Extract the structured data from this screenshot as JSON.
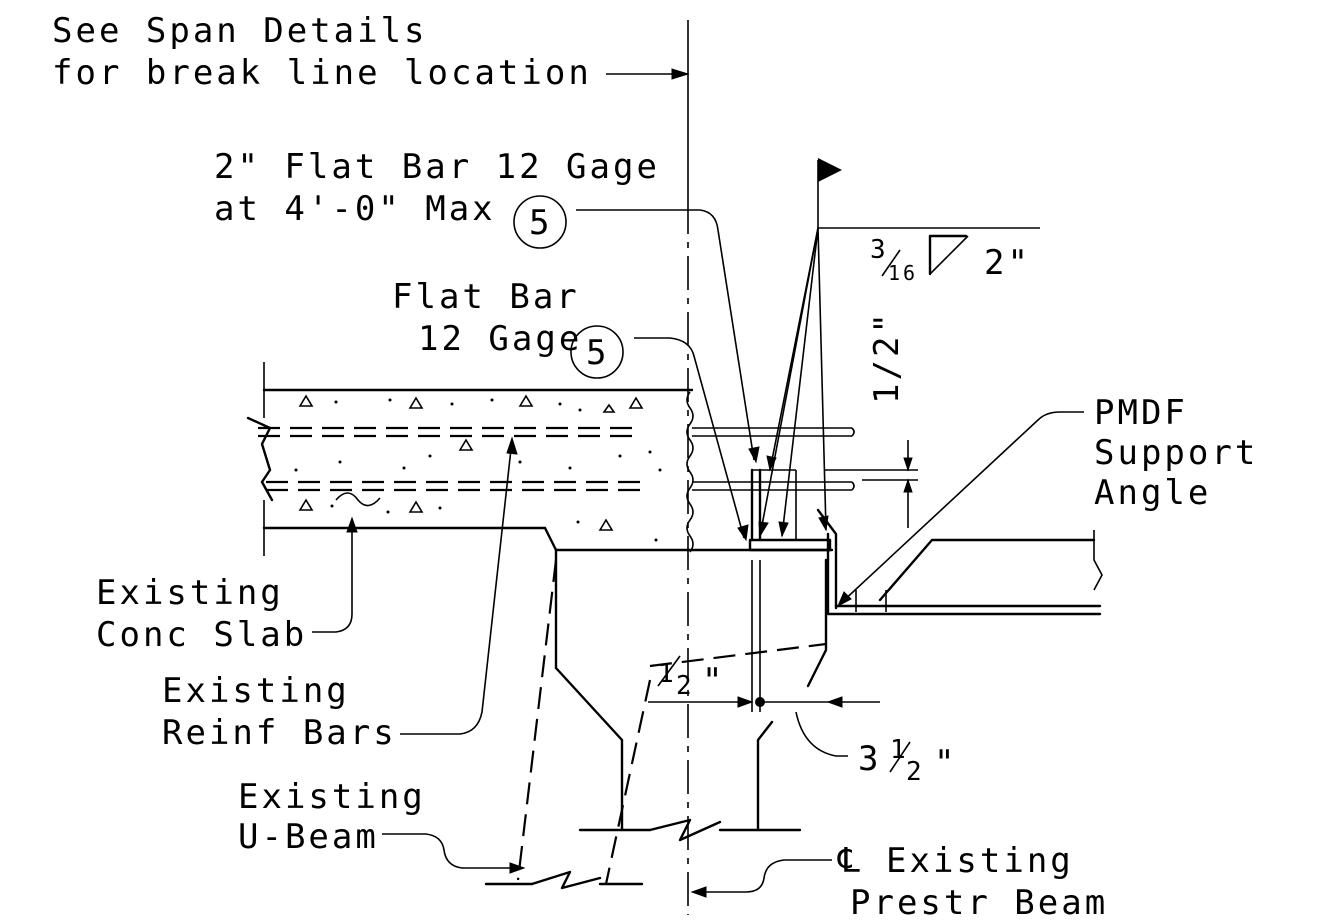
{
  "labels": {
    "span_details_1": "See Span Details",
    "span_details_2": "for break line location",
    "flat_bar_2in_1": "2\" Flat Bar 12 Gage",
    "flat_bar_2in_2": "at 4'-0\" Max",
    "flat_bar_1": "Flat Bar",
    "flat_bar_2": "12 Gage",
    "callout_number": "5",
    "pmdf_1": "PMDF",
    "pmdf_2": "Support",
    "pmdf_3": "Angle",
    "conc_slab_1": "Existing",
    "conc_slab_2": "Conc Slab",
    "reinf_1": "Existing",
    "reinf_2": "Reinf Bars",
    "ubeam_1": "Existing",
    "ubeam_2": "U-Beam",
    "cl_1": "Existing",
    "cl_2": "Prestr Beam",
    "cl_symbol": "℄"
  },
  "dimensions": {
    "weld_size_num": "3",
    "weld_size_den": "16",
    "weld_length": "2\"",
    "half_inch_num": "1",
    "half_inch_den": "2",
    "inch_mark": "\"",
    "three_half_whole": "3",
    "half_vertical": "1/2\""
  },
  "colors": {
    "ink": "#000000",
    "paper": "#ffffff"
  }
}
